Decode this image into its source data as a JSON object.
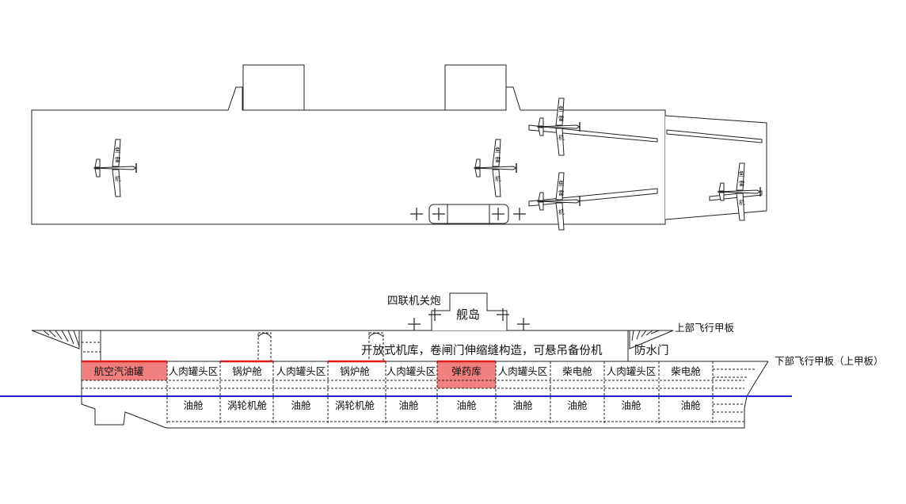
{
  "plan": {
    "planes": [
      {
        "c1": "鱼",
        "c2": "雷",
        "c3": "机"
      },
      {
        "c1": "鱼",
        "c2": "雷",
        "c3": "机"
      },
      {
        "c1": "鱼",
        "c2": "雷",
        "c3": "机"
      },
      {
        "c1": "鱼",
        "c2": "雷",
        "c3": "机"
      },
      {
        "c1": "鱼",
        "c2": "雷",
        "c3": "机"
      }
    ]
  },
  "profile": {
    "quad_gun_label": "四联机关炮",
    "island_label": "舰岛",
    "upper_deck_label": "上部飞行甲板",
    "lower_deck_label": "下部飞行甲板（上甲板）",
    "hangar_label": "开放式机库，卷闸门伸缩缝构造，可悬吊备份机",
    "watertight_door_label": "防水门",
    "upper_row": [
      "航空汽油罐",
      "人肉罐头区",
      "锅炉舱",
      "人肉罐头区",
      "锅炉舱",
      "人肉罐头区",
      "弹药库",
      "人肉罐头区",
      "柴电舱",
      "人肉罐头区",
      "柴电舱"
    ],
    "lower_row": [
      "油舱",
      "涡轮机舱",
      "油舱",
      "涡轮机舱",
      "油舱",
      "油舱",
      "油舱",
      "油舱",
      "油舱",
      "油舱"
    ]
  },
  "colors": {
    "hazard_fill": "#f08080",
    "hazard_line": "#e02020",
    "waterline": "#2020d0",
    "outline": "#222222"
  }
}
